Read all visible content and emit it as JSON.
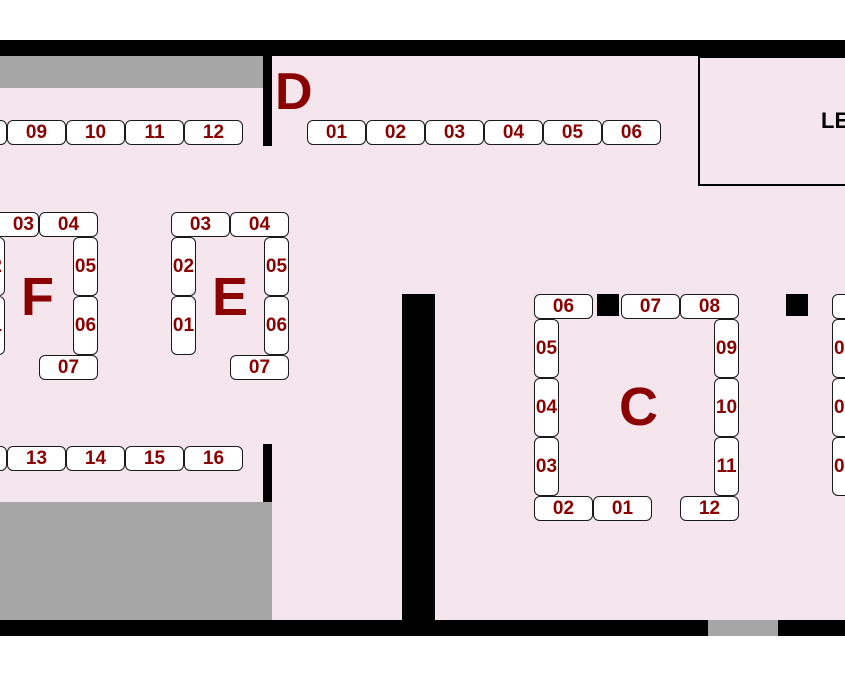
{
  "sections": {
    "F": "F",
    "E": "E",
    "D": "D",
    "C": "C"
  },
  "room_label": "LE",
  "colors": {
    "floor": "#f4e6ec",
    "wall": "#000000",
    "accent": "#8b0000",
    "storage": "#a6a6a6"
  },
  "seats": {
    "top_row": [
      "09",
      "10",
      "11",
      "12"
    ],
    "bottom_row": [
      "13",
      "14",
      "15",
      "16"
    ],
    "d_row": [
      "01",
      "02",
      "03",
      "04",
      "05",
      "06"
    ],
    "f": [
      "03",
      "04",
      "2",
      "05",
      "1",
      "06",
      "07"
    ],
    "e": [
      "03",
      "04",
      "02",
      "05",
      "01",
      "06",
      "07"
    ],
    "c": [
      "06",
      "07",
      "08",
      "05",
      "09",
      "04",
      "10",
      "03",
      "11",
      "02",
      "01",
      "12"
    ],
    "right": [
      "0",
      "0",
      "0"
    ]
  }
}
